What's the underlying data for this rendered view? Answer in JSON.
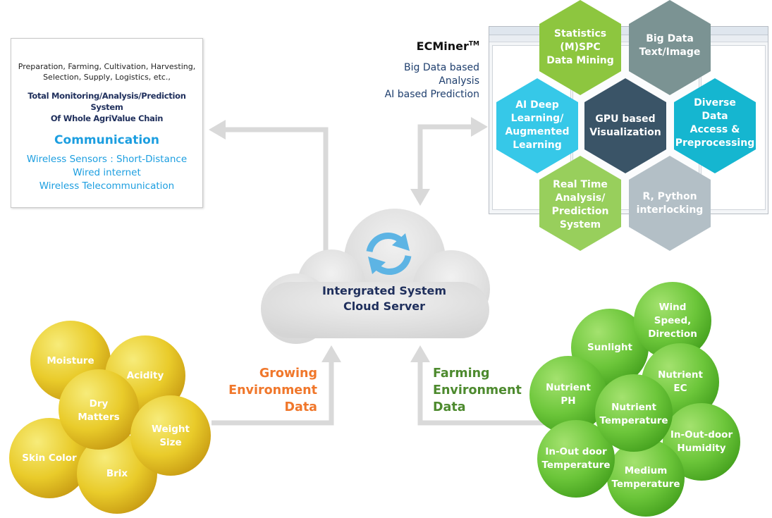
{
  "info_box": {
    "line1": "Preparation, Farming, Cultivation, Harvesting,",
    "line2": "Selection, Supply, Logistics, etc.,",
    "title1": "Total Monitoring/Analysis/Prediction System",
    "title2": "Of Whole AgriValue Chain",
    "communication": "Communication",
    "items": [
      "Wireless Sensors : Short-Distance",
      "Wired internet",
      "Wireless Telecommunication"
    ]
  },
  "ecminer": {
    "brand": "ECMiner",
    "trademark": "TM",
    "lines": [
      "Big Data based",
      "Analysis",
      "AI based Prediction"
    ]
  },
  "hexagons": [
    {
      "lines": [
        "Statistics",
        "(M)SPC",
        "Data Mining"
      ],
      "color": "#8dc63f"
    },
    {
      "lines": [
        "Big Data",
        "Text/Image"
      ],
      "color": "#7b9393"
    },
    {
      "lines": [
        "AI Deep",
        "Learning/",
        "Augmented",
        "Learning"
      ],
      "color": "#36c8e8"
    },
    {
      "lines": [
        "GPU based",
        "Visualization"
      ],
      "color": "#3a5467"
    },
    {
      "lines": [
        "Diverse",
        "Data",
        "Access &",
        "Preprocessing"
      ],
      "color": "#15b6d0"
    },
    {
      "lines": [
        "Real Time",
        "Analysis/",
        "Prediction",
        "System"
      ],
      "color": "#98cf5c"
    },
    {
      "lines": [
        "R, Python",
        "interlocking"
      ],
      "color": "#b3bfc6"
    }
  ],
  "cloud": {
    "line1": "Intergrated System",
    "line2": "Cloud Server"
  },
  "growing_label": [
    "Growing",
    "Environment",
    "Data"
  ],
  "farming_label": [
    "Farming",
    "Environment",
    "Data"
  ],
  "growing_circles": [
    "Moisture",
    "Acidity",
    "Dry Matters",
    "Weight Size",
    "Skin Color",
    "Brix"
  ],
  "farming_circles": [
    "Wind Speed, Direction",
    "Sunlight",
    "Nutrient EC",
    "Nutrient PH",
    "Nutrient Temperature",
    "In-Out-door Humidity",
    "In-Out door Temperature",
    "Medium Temperature"
  ],
  "colors": {
    "arrow": "#d9d9d9",
    "cloud": "#dcdcdc",
    "cloud_icon": "#5db4e4",
    "yellow_circle": "#e5c21c",
    "green_circle": "#6cc63a",
    "growing_text": "#f0772b",
    "farming_text": "#4d8a2e"
  }
}
